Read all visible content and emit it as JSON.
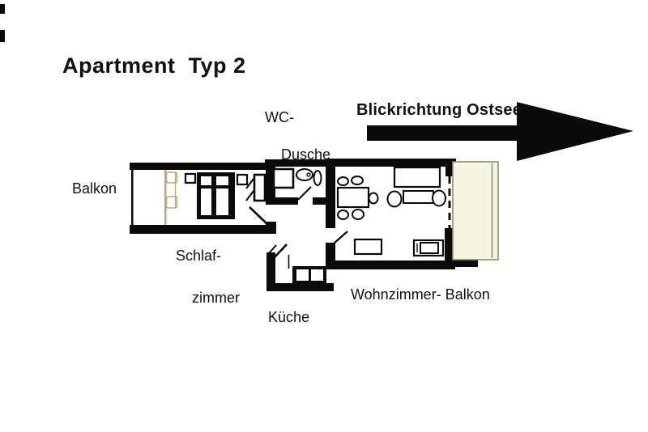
{
  "header": {
    "title": "Apartment  Typ 2"
  },
  "annotations": {
    "view_direction": "Blickrichtung Ostsee"
  },
  "room_labels": {
    "wc_line1": "WC-",
    "wc_line2": "Dusche",
    "balcony_west": "Balkon",
    "bedroom_line1": "Schlaf-",
    "bedroom_line2": "zimmer",
    "kitchen": "Küche",
    "living_balcony": "Wohnzimmer- Balkon"
  },
  "colors": {
    "background": "#ffffff",
    "wall": "#0a0a0a",
    "text": "#111111",
    "balcony_tint": "#f5f5e4",
    "balcony_border": "#928c64",
    "window_tan": "#b3ab85"
  }
}
